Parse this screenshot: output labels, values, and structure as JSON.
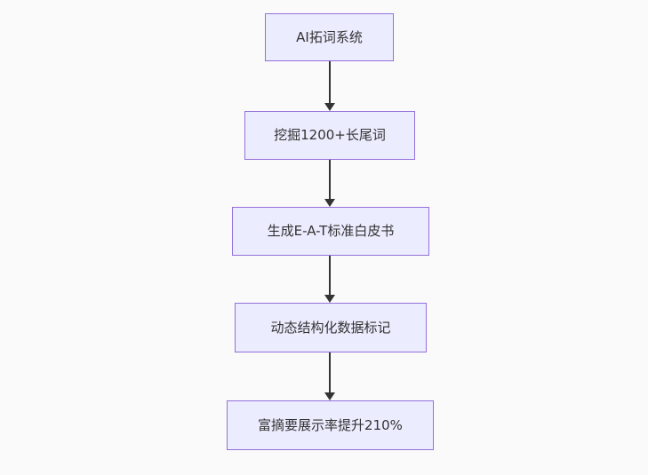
{
  "colors": {
    "background": "#fafafa",
    "node_fill": "#ECECFF",
    "node_border": "#9370DB",
    "text": "#333333",
    "arrow": "#333333"
  },
  "chart_data": {
    "type": "flowchart",
    "direction": "top-down",
    "nodes": [
      {
        "id": 1,
        "label": "AI拓词系统"
      },
      {
        "id": 2,
        "label": "挖掘1200+长尾词"
      },
      {
        "id": 3,
        "label": "生成E-A-T标准白皮书"
      },
      {
        "id": 4,
        "label": "动态结构化数据标记"
      },
      {
        "id": 5,
        "label": "富摘要展示率提升210%"
      }
    ],
    "edges": [
      {
        "from": 1,
        "to": 2
      },
      {
        "from": 2,
        "to": 3
      },
      {
        "from": 3,
        "to": 4
      },
      {
        "from": 4,
        "to": 5
      }
    ]
  }
}
